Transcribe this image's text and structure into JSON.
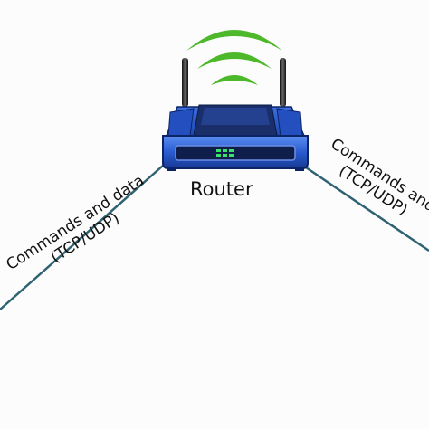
{
  "router": {
    "label": "Router",
    "icon": "wireless-router-icon",
    "body_color": "#2a5bd0",
    "signal_color": "#4cb82a"
  },
  "connections": [
    {
      "id": "left",
      "label_line1": "Commands and data",
      "label_line2": "(TCP/UDP)"
    },
    {
      "id": "right",
      "label_line1": "Commands and",
      "label_line2": "(TCP/UDP)"
    }
  ],
  "colors": {
    "line": "#2f6272",
    "background": "#fcfcfc"
  }
}
